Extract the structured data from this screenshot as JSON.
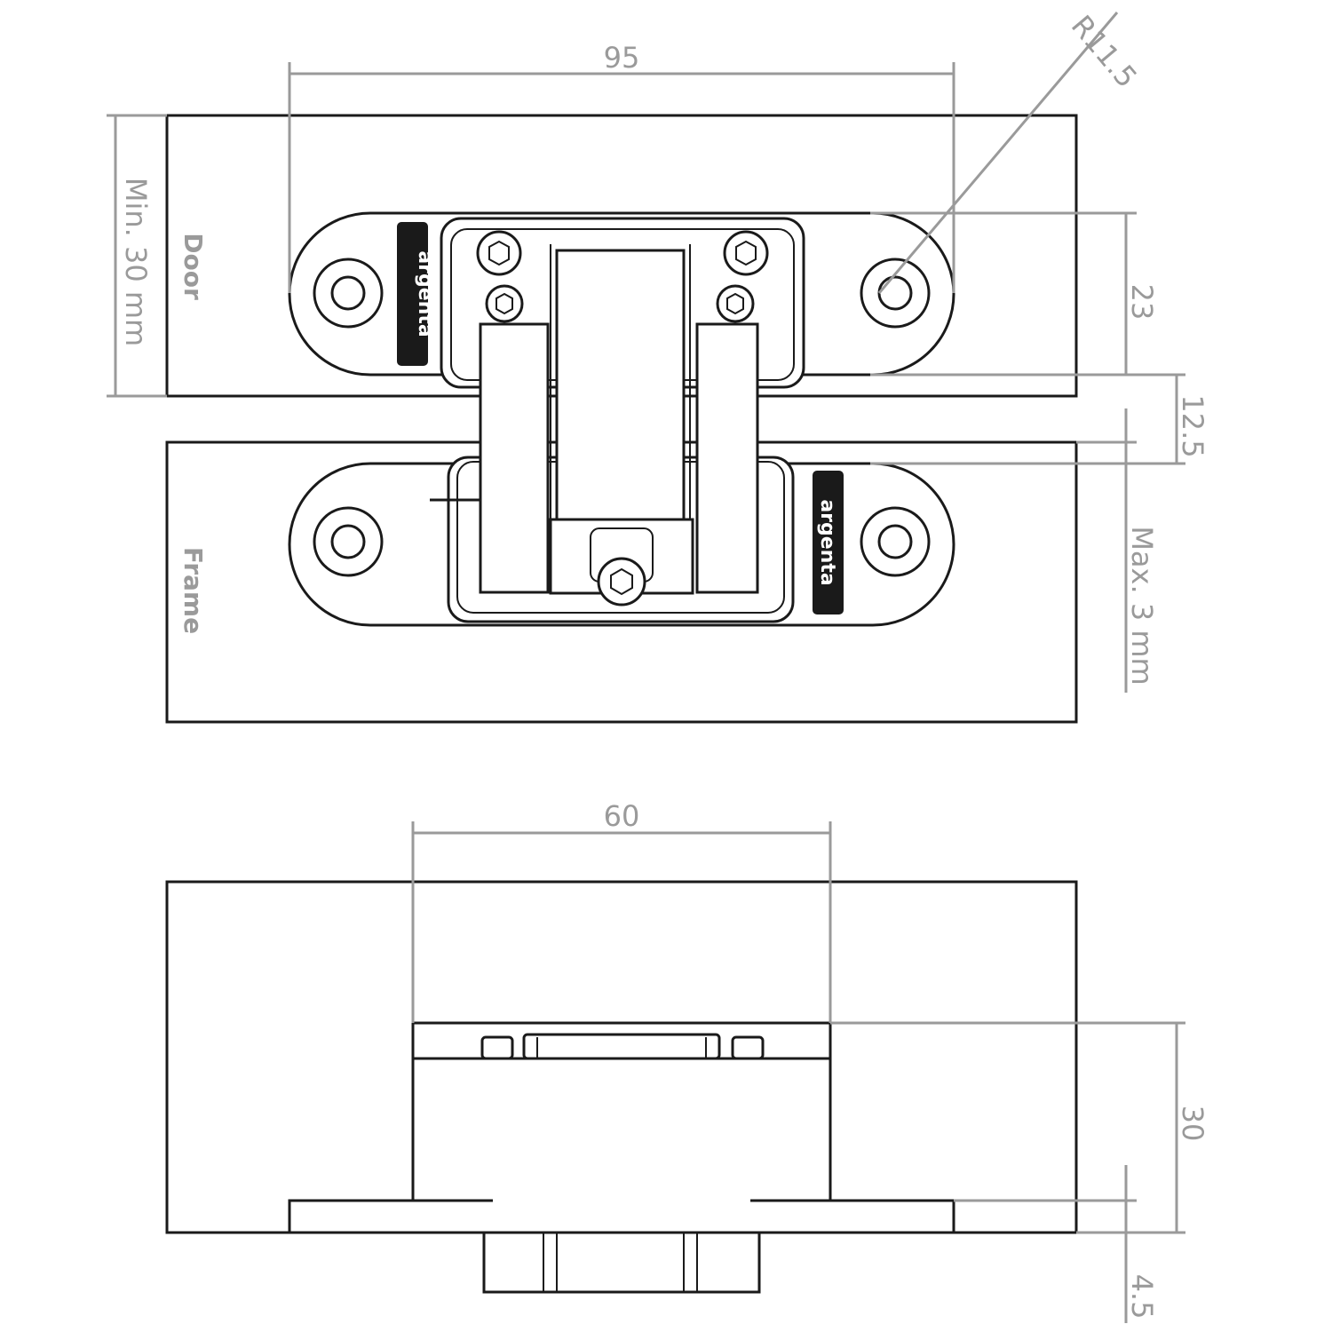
{
  "labels": {
    "door": "Door",
    "frame": "Frame",
    "brand": "argenta"
  },
  "dimensions": {
    "width_top": "95",
    "radius": "R11.5",
    "door_min": "Min. 30 mm",
    "plate_height": "23",
    "gap": "12.5",
    "frame_max": "Max. 3 mm",
    "width_bottom": "60",
    "depth": "30",
    "protrusion": "4.5"
  },
  "colors": {
    "outline": "#1a1a1a",
    "dimension": "#9a9a9a"
  }
}
